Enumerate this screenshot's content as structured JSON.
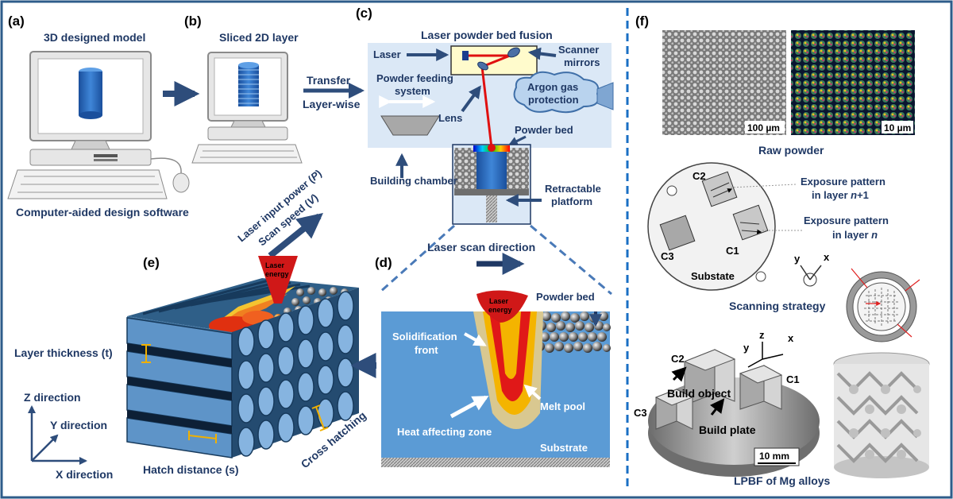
{
  "panels": {
    "a": "(a)",
    "b": "(b)",
    "c": "(c)",
    "d": "(d)",
    "e": "(e)",
    "f": "(f)"
  },
  "a": {
    "title": "3D designed model",
    "caption": "Computer-aided design software"
  },
  "b": {
    "title": "Sliced 2D layer"
  },
  "transfer": {
    "line1": "Transfer",
    "line2": "Layer-wise"
  },
  "c": {
    "title": "Laser powder bed fusion",
    "laser": "Laser",
    "scanner1": "Scanner",
    "scanner2": "mirrors",
    "feed1": "Powder feeding",
    "feed2": "system",
    "argon1": "Argon gas",
    "argon2": "protection",
    "lens": "Lens",
    "powder_bed": "Powder bed",
    "building_chamber": "Building chamber",
    "retract1": "Retractable",
    "retract2": "platform"
  },
  "params": {
    "power": "Laser input power (",
    "power_sym": "P",
    "power_end": ")",
    "speed": "Scan speed (",
    "speed_sym": "V",
    "speed_end": ")"
  },
  "e": {
    "laser1": "Laser",
    "laser2": "energy",
    "layer_thickness": "Layer thickness (t)",
    "z": "Z direction",
    "y": "Y direction",
    "x": "X direction",
    "hatch": "Hatch  distance (s)",
    "cross": "Cross  hatching"
  },
  "d": {
    "scan_dir": "Laser scan direction",
    "laser1": "Laser",
    "laser2": "energy",
    "powder_bed": "Powder bed",
    "solid1": "Solidification",
    "solid2": "front",
    "melt": "Melt pool",
    "haz": "Heat affecting zone",
    "substrate": "Substrate"
  },
  "f": {
    "scale1": "100 µm",
    "scale2": "10 µm",
    "raw": "Raw powder",
    "c2": "C2",
    "c1": "C1",
    "c3": "C3",
    "substate": "Substate",
    "exp1a": "Exposure  pattern",
    "exp1b": "in layer ",
    "exp1n": "n",
    "exp1c": "+1",
    "exp2a": "Exposure  pattern",
    "exp2b": "in layer ",
    "exp2n": "n",
    "ax_y": "y",
    "ax_x": "x",
    "ax_z": "z",
    "strategy": "Scanning strategy",
    "b_c2": "C2",
    "b_c1": "C1",
    "b_c3": "C3",
    "build_object": "Build object",
    "build_plate": "Build plate",
    "scale3": "10 mm",
    "lpbf": "LPBF of Mg alloys"
  },
  "colors": {
    "navy": "#1f3864",
    "arrow": "#2e4d7b",
    "frame": "#2e5c8a",
    "dash": "#1a6fc4",
    "substrate": "#5b9bd5",
    "bg_c": "#dbe8f6"
  }
}
